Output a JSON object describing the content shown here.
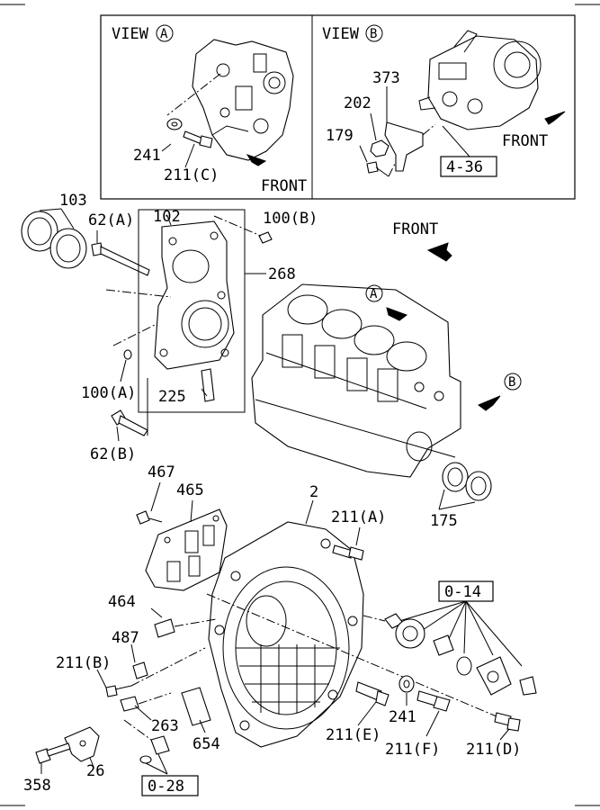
{
  "view_a": {
    "title": "VIEW",
    "mark": "A",
    "front": "FRONT",
    "parts": [
      "241",
      "211(C)"
    ]
  },
  "view_b": {
    "title": "VIEW",
    "mark": "B",
    "front": "FRONT",
    "parts": [
      "373",
      "202",
      "179"
    ],
    "ref": "4-36"
  },
  "main": {
    "front": "FRONT",
    "arrow_a": "A",
    "arrow_b": "B",
    "labels": {
      "p103": "103",
      "p62a": "62(A)",
      "p102": "102",
      "p100b": "100(B)",
      "p268": "268",
      "p100a": "100(A)",
      "p225": "225",
      "p62b": "62(B)",
      "p467": "467",
      "p465": "465",
      "p2": "2",
      "p211a": "211(A)",
      "p175": "175",
      "p464": "464",
      "p487": "487",
      "p211b": "211(B)",
      "p263": "263",
      "p654": "654",
      "p26": "26",
      "p358": "358",
      "p241": "241",
      "p211e": "211(E)",
      "p211f": "211(F)",
      "p211d": "211(D)"
    },
    "refs": {
      "r014": "0-14",
      "r028": "0-28"
    }
  }
}
